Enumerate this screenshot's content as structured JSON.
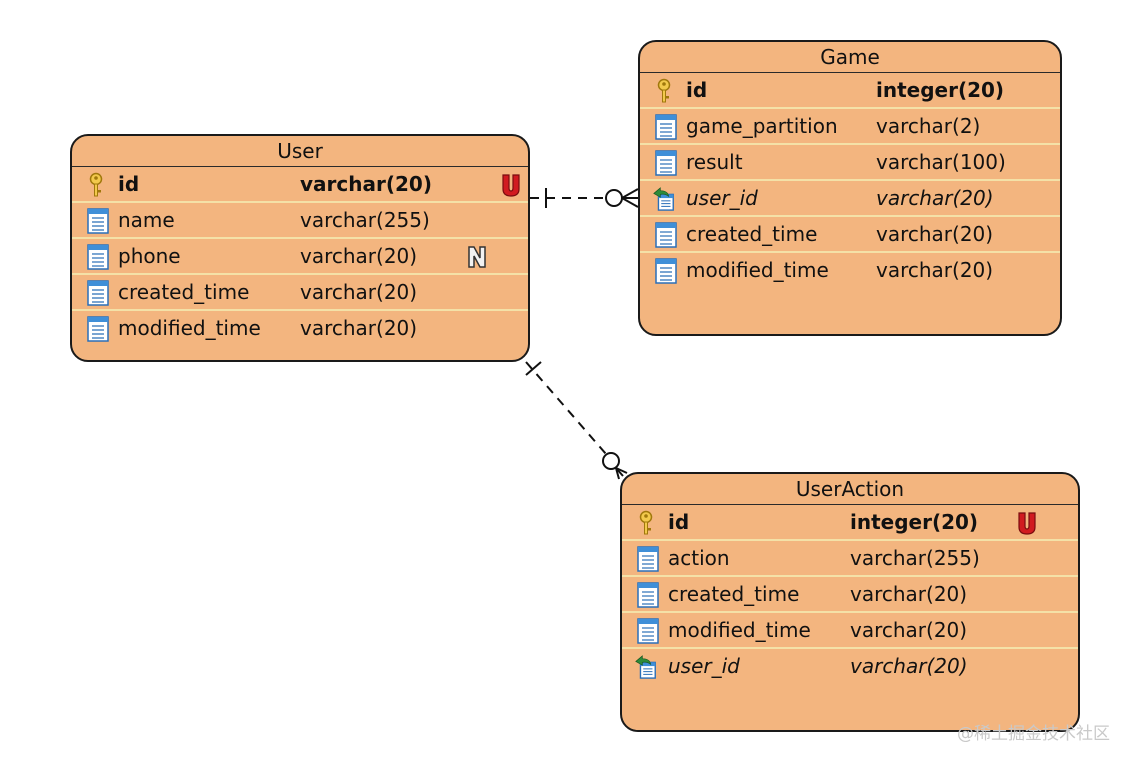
{
  "colors": {
    "entity_fill": "#f3b57f",
    "entity_border": "#1a1a1a",
    "row_separator": "#f4e1a7",
    "unique_badge": "#c0161b",
    "column_icon": "#3f8fd8",
    "key_icon": "#e8b81a",
    "fk_arrow": "#2e8b3a"
  },
  "entities": {
    "user": {
      "title": "User",
      "rows": [
        {
          "name": "id",
          "type": "varchar(20)",
          "icon": "primary-key-icon",
          "badge": "U"
        },
        {
          "name": "name",
          "type": "varchar(255)",
          "icon": "column-icon"
        },
        {
          "name": "phone",
          "type": "varchar(20)",
          "icon": "column-icon",
          "badge": "N"
        },
        {
          "name": "created_time",
          "type": "varchar(20)",
          "icon": "column-icon"
        },
        {
          "name": "modified_time",
          "type": "varchar(20)",
          "icon": "column-icon"
        }
      ]
    },
    "game": {
      "title": "Game",
      "rows": [
        {
          "name": "id",
          "type": "integer(20)",
          "icon": "primary-key-icon"
        },
        {
          "name": "game_partition",
          "type": "varchar(2)",
          "icon": "column-icon"
        },
        {
          "name": "result",
          "type": "varchar(100)",
          "icon": "column-icon"
        },
        {
          "name": "user_id",
          "type": "varchar(20)",
          "icon": "foreign-key-icon"
        },
        {
          "name": "created_time",
          "type": "varchar(20)",
          "icon": "column-icon"
        },
        {
          "name": "modified_time",
          "type": "varchar(20)",
          "icon": "column-icon"
        }
      ]
    },
    "user_action": {
      "title": "UserAction",
      "rows": [
        {
          "name": "id",
          "type": "integer(20)",
          "icon": "primary-key-icon",
          "badge": "U"
        },
        {
          "name": "action",
          "type": "varchar(255)",
          "icon": "column-icon"
        },
        {
          "name": "created_time",
          "type": "varchar(20)",
          "icon": "column-icon"
        },
        {
          "name": "modified_time",
          "type": "varchar(20)",
          "icon": "column-icon"
        },
        {
          "name": "user_id",
          "type": "varchar(20)",
          "icon": "foreign-key-icon"
        }
      ]
    }
  },
  "relationships": [
    {
      "from": "User",
      "to": "Game",
      "from_cardinality": "one",
      "to_cardinality": "zero-or-many"
    },
    {
      "from": "User",
      "to": "UserAction",
      "from_cardinality": "one",
      "to_cardinality": "zero-or-many"
    }
  ],
  "watermark": "@稀土掘金技术社区"
}
